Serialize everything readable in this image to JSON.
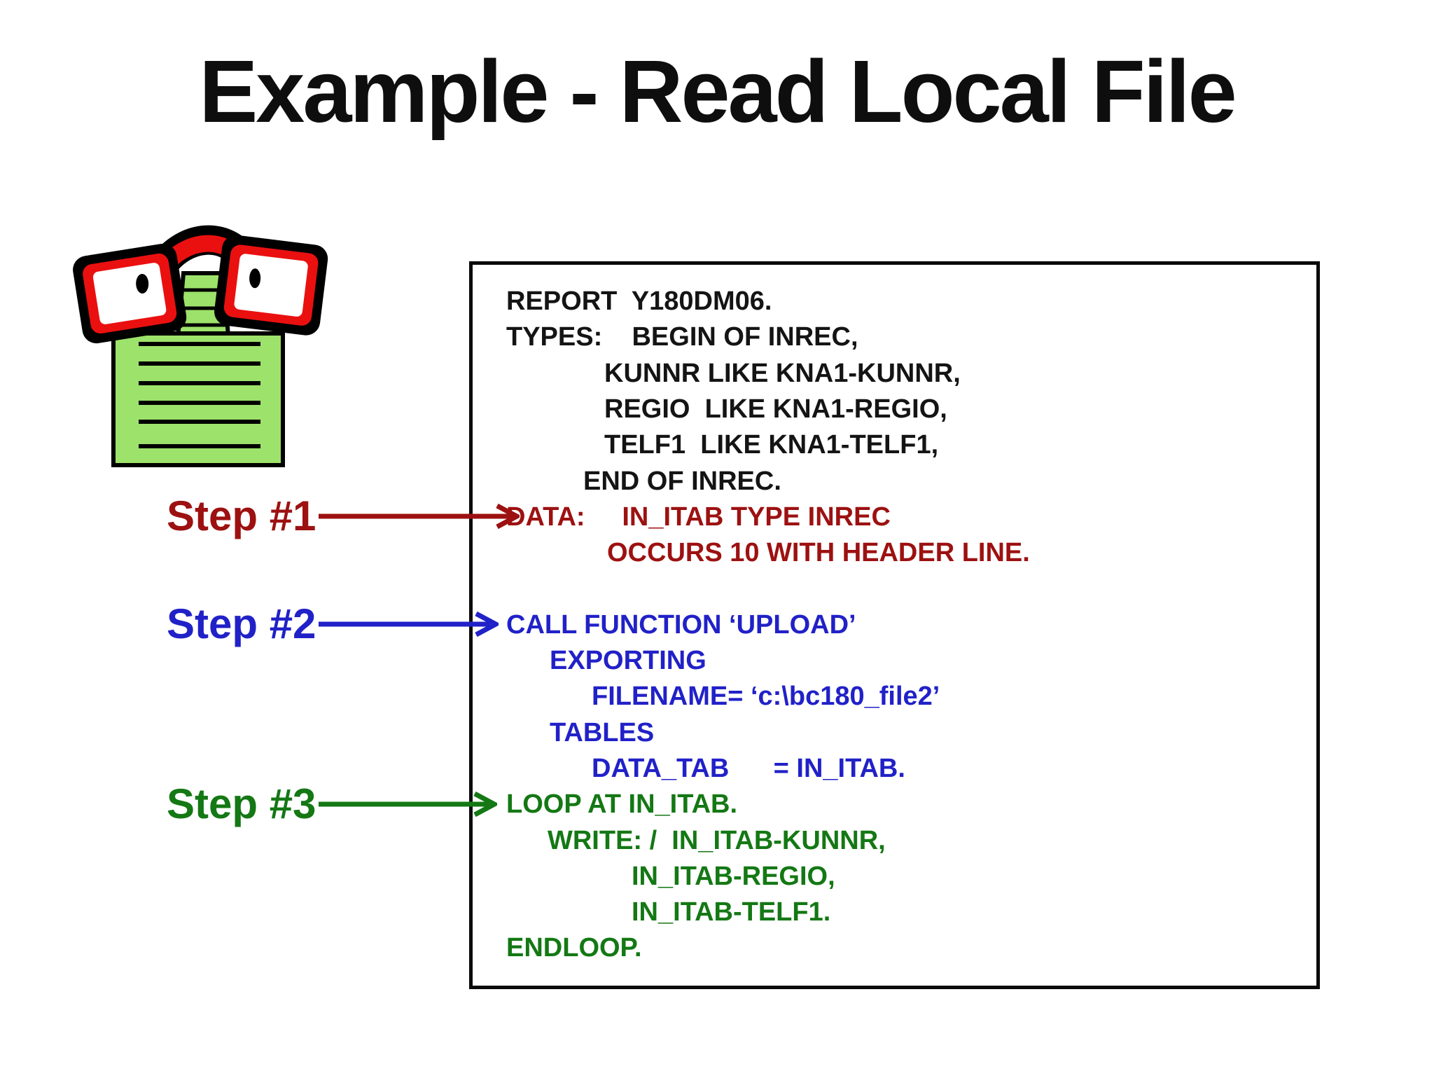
{
  "title": "Example - Read Local File",
  "colors": {
    "step1_red": "#9d1111",
    "step2_blue": "#2121c8",
    "step3_green": "#147814",
    "code_black": "#141414",
    "notepad_green": "#9de26a",
    "glasses_red": "#ea1010",
    "box_border": "#0a0a0a"
  },
  "clipart": {
    "icon": "glasses-on-notepad-icon"
  },
  "steps": [
    {
      "label": "Step #1",
      "color": "step1_red"
    },
    {
      "label": "Step #2",
      "color": "step2_blue"
    },
    {
      "label": "Step #3",
      "color": "step3_green"
    }
  ],
  "code_lines": [
    {
      "text": "REPORT  Y180DM06.",
      "color": "black",
      "indent": 48
    },
    {
      "text": "TYPES:    BEGIN OF INREC,",
      "color": "black",
      "indent": 48
    },
    {
      "text": "KUNNR LIKE KNA1-KUNNR,",
      "color": "black",
      "indent": 188
    },
    {
      "text": "REGIO  LIKE KNA1-REGIO,",
      "color": "black",
      "indent": 188
    },
    {
      "text": "TELF1  LIKE KNA1-TELF1,",
      "color": "black",
      "indent": 188
    },
    {
      "text": "END OF INREC.",
      "color": "black",
      "indent": 158
    },
    {
      "text": "DATA:     IN_ITAB TYPE INREC",
      "color": "red",
      "indent": 48
    },
    {
      "text": "OCCURS 10 WITH HEADER LINE.",
      "color": "red",
      "indent": 192
    },
    {
      "text": "",
      "color": "black",
      "indent": 48
    },
    {
      "text": "CALL FUNCTION ‘UPLOAD’",
      "color": "blue",
      "indent": 48
    },
    {
      "text": "EXPORTING",
      "color": "blue",
      "indent": 110
    },
    {
      "text": "FILENAME= ‘c:\\bc180_file2’",
      "color": "blue",
      "indent": 170
    },
    {
      "text": "TABLES",
      "color": "blue",
      "indent": 110
    },
    {
      "text": "DATA_TAB      = IN_ITAB.",
      "color": "blue",
      "indent": 170
    },
    {
      "text": "LOOP AT IN_ITAB.",
      "color": "green",
      "indent": 48
    },
    {
      "text": "WRITE: /  IN_ITAB-KUNNR,",
      "color": "green",
      "indent": 107
    },
    {
      "text": "IN_ITAB-REGIO,",
      "color": "green",
      "indent": 227
    },
    {
      "text": "IN_ITAB-TELF1.",
      "color": "green",
      "indent": 227
    },
    {
      "text": "ENDLOOP.",
      "color": "green",
      "indent": 48
    }
  ]
}
